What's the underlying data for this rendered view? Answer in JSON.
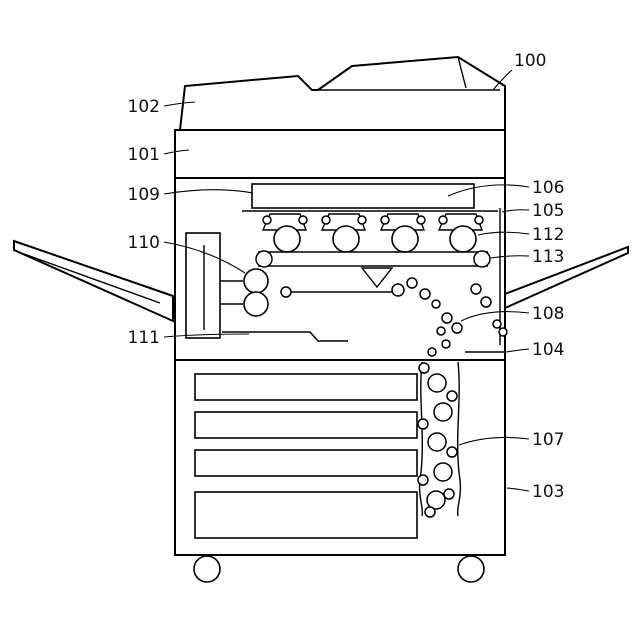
{
  "colors": {
    "background": "#ffffff",
    "line": "#000000",
    "label_text": "#111111"
  },
  "labels": {
    "l100": "100",
    "l101": "101",
    "l102": "102",
    "l103": "103",
    "l104": "104",
    "l105": "105",
    "l106": "106",
    "l107": "107",
    "l108": "108",
    "l109": "109",
    "l110": "110",
    "l111": "111",
    "l112": "112",
    "l113": "113"
  }
}
